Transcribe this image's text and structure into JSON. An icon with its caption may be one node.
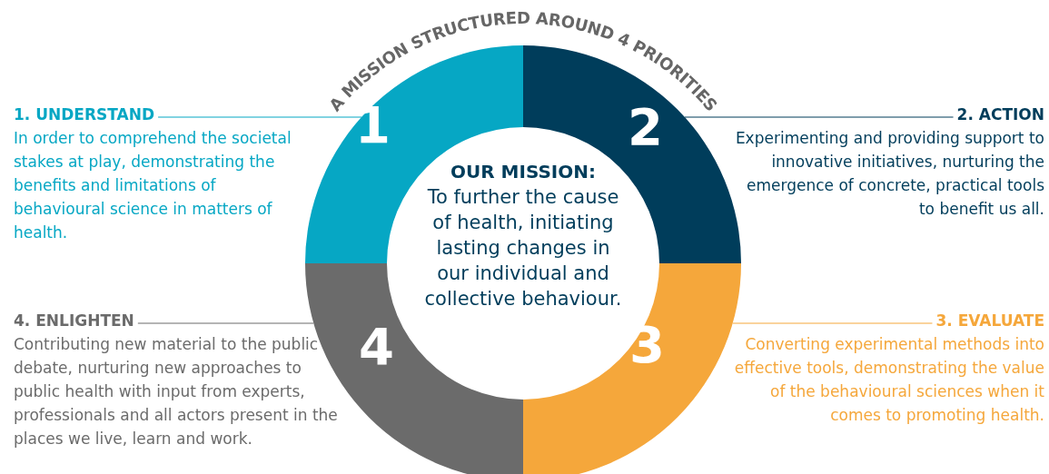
{
  "diagram": {
    "title": "A MISSION STRUCTURED AROUND 4 PRIORITIES",
    "nodes": [
      {
        "text": [
          "1"
        ]
      },
      {
        "text": [
          "2"
        ]
      },
      {
        "text": [
          "3"
        ]
      },
      {
        "text": [
          "4"
        ]
      },
      {
        "text": [
          "OUR MISSION:",
          "To further the cause of health, initiating lasting changes in our individual and collective behaviour."
        ]
      },
      {
        "text": [
          "1. UNDERSTAND",
          "In order to comprehend the societal stakes at play, demonstrating the benefits and limitations of behavioural science in matters of health."
        ]
      },
      {
        "text": [
          "2. ACTION",
          "Experimenting and providing support to innovative initiatives, nurturing the emergence of concrete, practical tools to benefit us all."
        ]
      },
      {
        "text": [
          "3. EVALUATE",
          "Converting experimental methods into effective tools, demonstrating the value of the behavioural sciences when it comes to promoting health."
        ]
      },
      {
        "text": [
          "4. ENLIGHTEN",
          "Contributing new material to the public debate, nurturing new approaches to public health with input from experts, professionals and all actors present in the places we live, learn and work."
        ]
      }
    ],
    "edges": [
      {
        "from": 5,
        "to": 0,
        "arrow": "none",
        "color": "#06a7c4"
      },
      {
        "from": 6,
        "to": 1,
        "arrow": "none",
        "color": "#003d5b"
      },
      {
        "from": 7,
        "to": 2,
        "arrow": "none",
        "color": "#f5a73b"
      },
      {
        "from": 8,
        "to": 3,
        "arrow": "none",
        "color": "#6b6b6b"
      }
    ]
  }
}
